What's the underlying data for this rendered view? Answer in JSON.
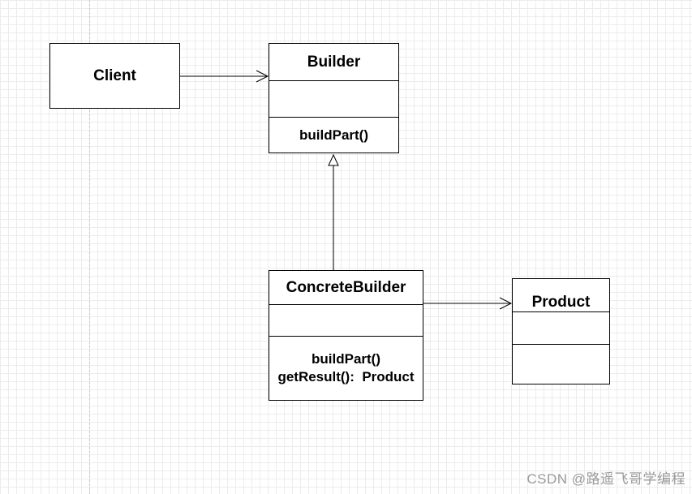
{
  "diagram": {
    "client": {
      "label": "Client"
    },
    "builder": {
      "name": "Builder",
      "attributes": [],
      "operations": [
        "buildPart()"
      ]
    },
    "concrete_builder": {
      "name": "ConcreteBuilder",
      "attributes": [],
      "operations": [
        "buildPart()",
        "getResult():  Product"
      ]
    },
    "product": {
      "name": "Product",
      "attributes": [],
      "operations": []
    },
    "relations": [
      {
        "from": "Client",
        "to": "Builder",
        "type": "association"
      },
      {
        "from": "ConcreteBuilder",
        "to": "Builder",
        "type": "generalization"
      },
      {
        "from": "ConcreteBuilder",
        "to": "Product",
        "type": "association"
      }
    ]
  },
  "watermark": {
    "text": "CSDN @路遥飞哥学编程"
  },
  "colors": {
    "line": "#000000",
    "grid": "#ececec",
    "watermark": "#9a9a9a"
  }
}
